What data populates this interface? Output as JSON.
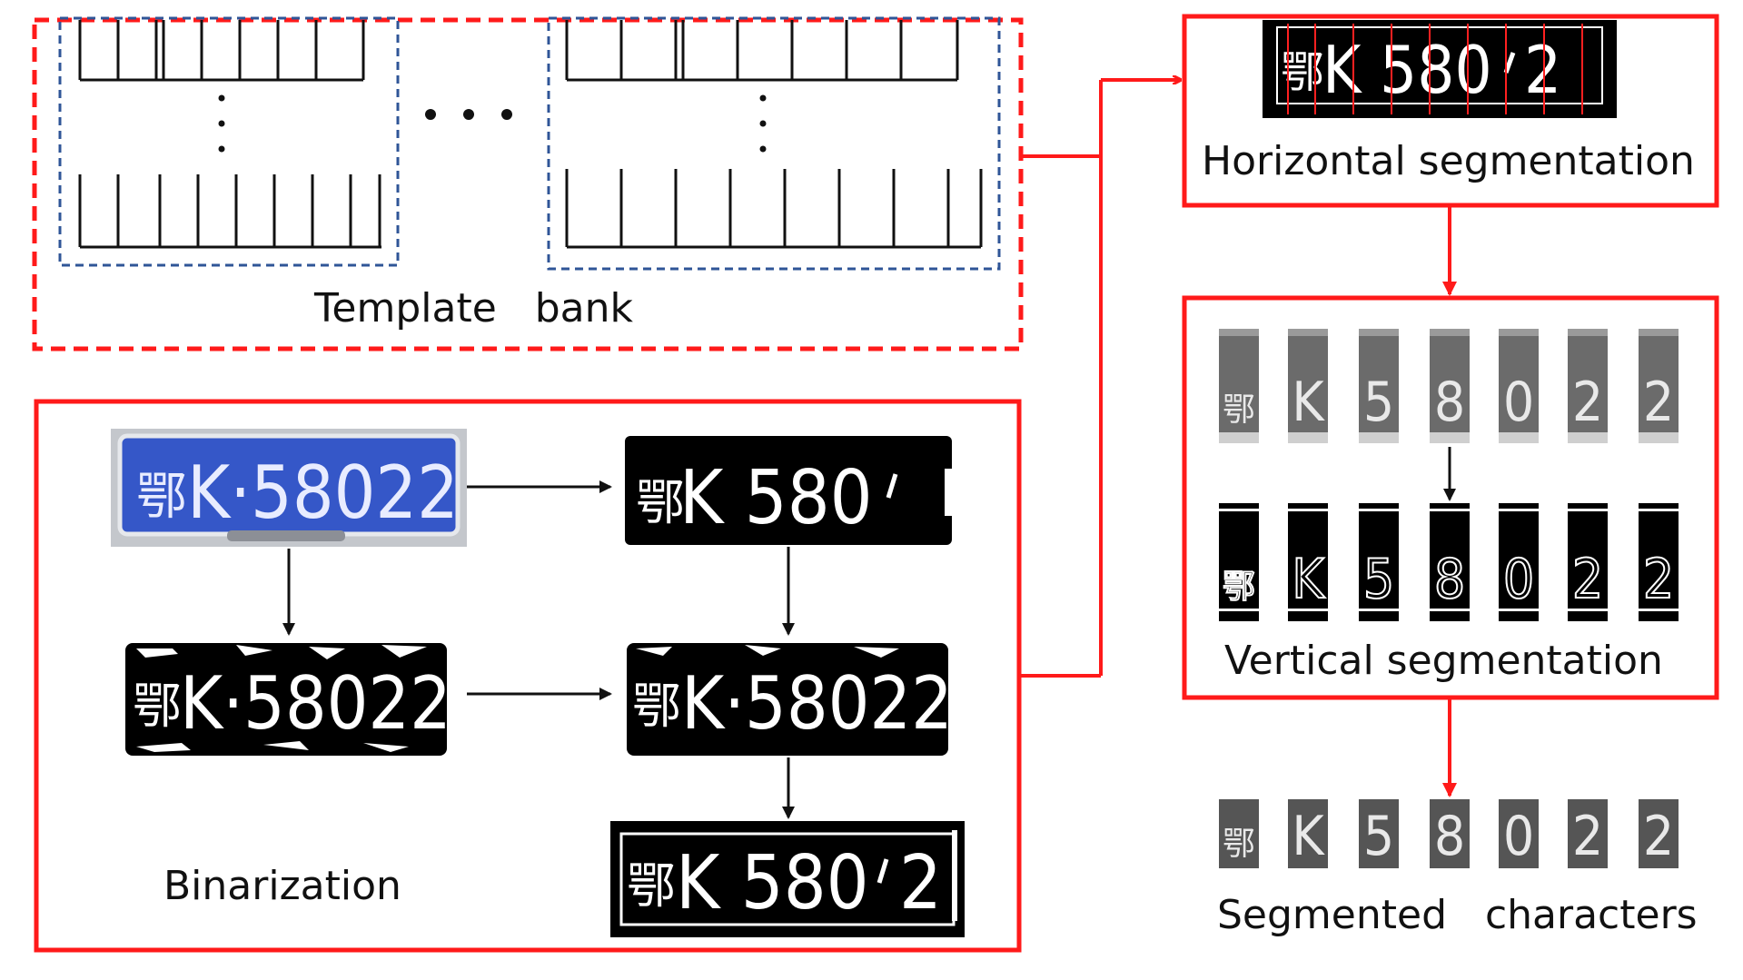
{
  "labels": {
    "template_bank": "Template   bank",
    "binarization": "Binarization",
    "horizontal_segmentation": "Horizontal segmentation",
    "vertical_segmentation": "Vertical segmentation",
    "segmented_characters": "Segmented   characters"
  },
  "plate": {
    "province_char": "鄂",
    "full_text": "K·58022",
    "partial_text_a": "K 580",
    "partial_text_b": "K 580",
    "partial_text_b_tail": "2",
    "characters": [
      "鄂",
      "K",
      "5",
      "8",
      "0",
      "2",
      "2"
    ]
  },
  "colors": {
    "accent_red": "#ff1a1a",
    "dashed_blue": "#2f5597",
    "plate_blue": "#3557c8",
    "plate_frame": "#b8bcc4",
    "plate_black": "#000000",
    "char_gray": "#555555"
  }
}
